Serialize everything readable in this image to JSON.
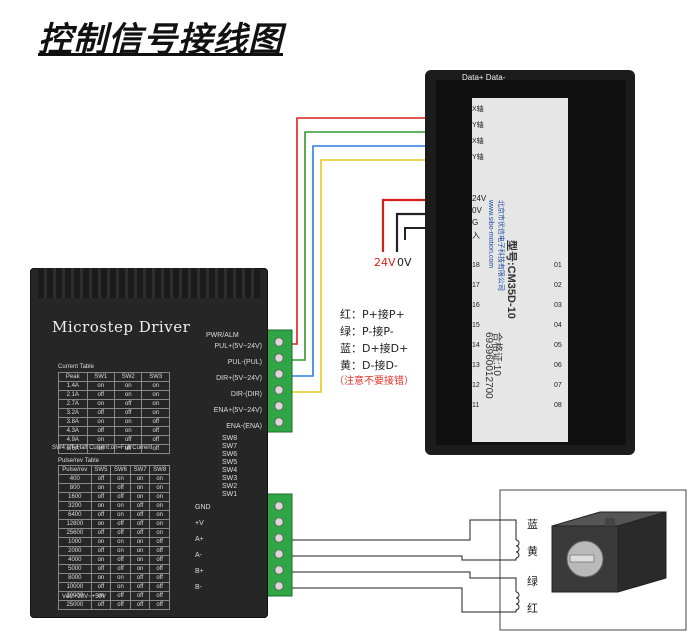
{
  "title": "控制信号接线图",
  "driver": {
    "title": "Microstep Driver",
    "pwr_alm": "PWR/ALM",
    "signal_labels": [
      "PUL+(5V~24V)",
      "PUL-(PUL)",
      "DIR+(5V~24V)",
      "DIR-(DIR)",
      "ENA+(5V~24V)",
      "ENA-(ENA)"
    ],
    "sw_labels": [
      "SW8",
      "SW7",
      "SW6",
      "SW5",
      "SW4",
      "SW3",
      "SW2",
      "SW1"
    ],
    "power_labels": [
      "GND",
      "+V",
      "A+",
      "A-",
      "B+",
      "B-"
    ],
    "current_table": {
      "title": "Current Table",
      "header": [
        "Peak",
        "SW1",
        "SW2",
        "SW3"
      ],
      "rows": [
        [
          "1.4A",
          "on",
          "on",
          "on"
        ],
        [
          "2.1A",
          "off",
          "on",
          "on"
        ],
        [
          "2.7A",
          "on",
          "off",
          "on"
        ],
        [
          "3.2A",
          "off",
          "off",
          "on"
        ],
        [
          "3.8A",
          "on",
          "on",
          "off"
        ],
        [
          "4.3A",
          "off",
          "on",
          "off"
        ],
        [
          "4.9A",
          "on",
          "off",
          "off"
        ],
        [
          "5.6A",
          "off",
          "off",
          "off"
        ]
      ]
    },
    "current_note": "SW4:off=Half Current;on=Full Current",
    "pulse_table": {
      "title": "Pulse/rev Table",
      "header": [
        "Pulse/rev",
        "SW5",
        "SW6",
        "SW7",
        "SW8"
      ],
      "rows": [
        [
          "400",
          "off",
          "on",
          "on",
          "on"
        ],
        [
          "800",
          "on",
          "off",
          "on",
          "on"
        ],
        [
          "1600",
          "off",
          "off",
          "on",
          "on"
        ],
        [
          "3200",
          "on",
          "on",
          "off",
          "on"
        ],
        [
          "6400",
          "off",
          "on",
          "off",
          "on"
        ],
        [
          "12800",
          "on",
          "off",
          "off",
          "on"
        ],
        [
          "25600",
          "off",
          "off",
          "off",
          "on"
        ],
        [
          "1000",
          "on",
          "on",
          "on",
          "off"
        ],
        [
          "2000",
          "off",
          "on",
          "on",
          "off"
        ],
        [
          "4000",
          "on",
          "off",
          "on",
          "off"
        ],
        [
          "5000",
          "off",
          "off",
          "on",
          "off"
        ],
        [
          "8000",
          "on",
          "on",
          "off",
          "off"
        ],
        [
          "10000",
          "off",
          "on",
          "off",
          "off"
        ],
        [
          "20000",
          "on",
          "off",
          "off",
          "off"
        ],
        [
          "25000",
          "off",
          "off",
          "off",
          "off"
        ]
      ]
    },
    "vdc": "Vdc:+20V~+50V"
  },
  "controller": {
    "header": "Data+ Data-",
    "model": "型号:CM35D-10",
    "cert_number": "合格证:10",
    "serial": "693960012700",
    "terminal_top_labels": [
      "X轴",
      "Y轴",
      "X轴",
      "Y轴"
    ],
    "power_labels": [
      "24V",
      "0V",
      "G",
      "入"
    ],
    "company": "北京市优信电子科技有限公司",
    "website": "www.sibo-motion.com",
    "io_numbers_left": [
      "18",
      "17",
      "16",
      "15",
      "14",
      "13",
      "12",
      "11"
    ],
    "io_numbers_right": [
      "01",
      "02",
      "03",
      "04",
      "05",
      "06",
      "07",
      "08"
    ]
  },
  "voltage": {
    "v24": "24V",
    "v0": "0V",
    "v24_color": "#d8201a",
    "v0_color": "#222222"
  },
  "legend": {
    "lines": [
      "红：P+接P+",
      "绿：P-接P-",
      "蓝：D+接D+",
      "黄：D-接D-"
    ],
    "warning": "（注意不要接错）"
  },
  "motor": {
    "coil_labels": [
      "蓝",
      "黄",
      "绿",
      "红"
    ]
  },
  "colors": {
    "red": "#d8201a",
    "green": "#2e9a2e",
    "blue": "#2a7de0",
    "yellow": "#e8c81a",
    "terminal_green": "#2fa546",
    "terminal_orange": "#f0a020"
  }
}
